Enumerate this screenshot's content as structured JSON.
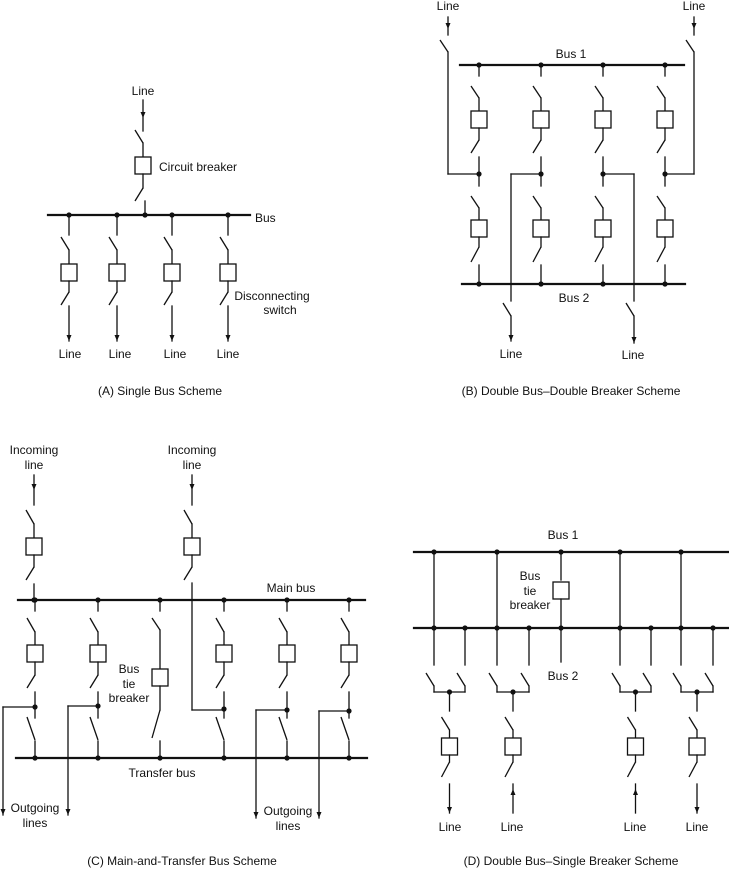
{
  "colors": {
    "line": "#111111",
    "background": "#ffffff"
  },
  "panels": {
    "a": {
      "caption": "(A) Single Bus Scheme",
      "labels": {
        "line_in": "Line",
        "circuit_breaker": "Circuit breaker",
        "bus": "Bus",
        "disconnecting_switch_1": "Disconnecting",
        "disconnecting_switch_2": "switch",
        "line_out": "Line"
      }
    },
    "b": {
      "caption": "(B) Double Bus–Double Breaker Scheme",
      "labels": {
        "line_in": "Line",
        "bus1": "Bus 1",
        "bus2": "Bus 2",
        "line_out": "Line"
      }
    },
    "c": {
      "caption": "(C) Main-and-Transfer Bus Scheme",
      "labels": {
        "incoming_1": "Incoming",
        "incoming_2": "line",
        "main_bus": "Main bus",
        "bus_tie_1": "Bus",
        "bus_tie_2": "tie",
        "bus_tie_3": "breaker",
        "transfer_bus": "Transfer bus",
        "outgoing_1": "Outgoing",
        "outgoing_2": "lines"
      }
    },
    "d": {
      "caption": "(D) Double Bus–Single Breaker Scheme",
      "labels": {
        "bus1": "Bus 1",
        "bus2": "Bus 2",
        "bus_tie_1": "Bus",
        "bus_tie_2": "tie",
        "bus_tie_3": "breaker",
        "line": "Line"
      }
    }
  }
}
